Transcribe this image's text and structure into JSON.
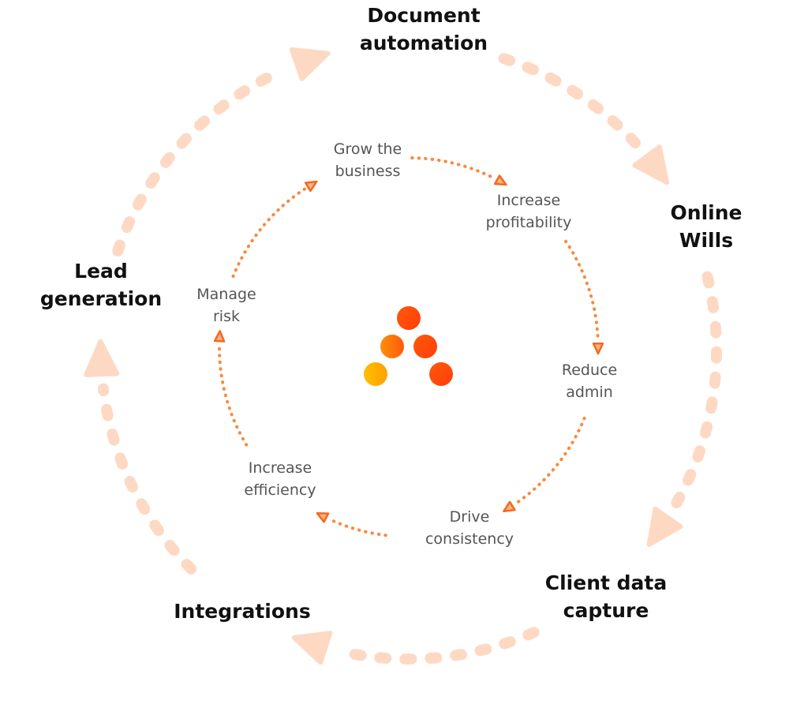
{
  "outer_labels": [
    {
      "line1": "Document",
      "line2": "automation"
    },
    {
      "line1": "Online",
      "line2": "Wills"
    },
    {
      "line1": "Client data",
      "line2": "capture"
    },
    {
      "line1": "Integrations",
      "line2": ""
    },
    {
      "line1": "Lead",
      "line2": "generation"
    }
  ],
  "inner_labels": [
    {
      "line1": "Grow the",
      "line2": "business"
    },
    {
      "line1": "Increase",
      "line2": "profitability"
    },
    {
      "line1": "Reduce",
      "line2": "admin"
    },
    {
      "line1": "Drive",
      "line2": "consistency"
    },
    {
      "line1": "Increase",
      "line2": "efficiency"
    },
    {
      "line1": "Manage",
      "line2": "risk"
    }
  ],
  "colors": {
    "outer_arrow": "#fdd9c4",
    "inner_arrow": "#f88a40",
    "inner_arrow_stroke": "#f26a1b",
    "logo_red": "#ff4a0a",
    "logo_orange": "#ff8a0a",
    "logo_yellow": "#ffb800"
  }
}
